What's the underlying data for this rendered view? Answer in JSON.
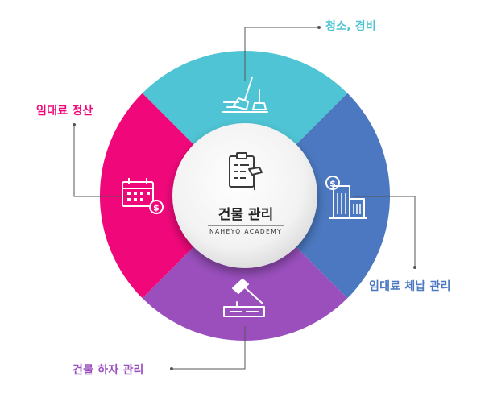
{
  "center": {
    "title": "건물 관리",
    "subtitle": "NAHEYO ACADEMY"
  },
  "segments": [
    {
      "label": "청소, 경비",
      "color": "#4fc4d4",
      "icon": "broom-icon"
    },
    {
      "label": "임대료 체납 관리",
      "color": "#4b78c0",
      "icon": "building-dollar-icon"
    },
    {
      "label": "건물 하자 관리",
      "color": "#9a4fbd",
      "icon": "hammer-icon"
    },
    {
      "label": "임대료 정산",
      "color": "#f0087a",
      "icon": "calendar-dollar-icon"
    }
  ],
  "center_icon": "clipboard-hammer-icon"
}
